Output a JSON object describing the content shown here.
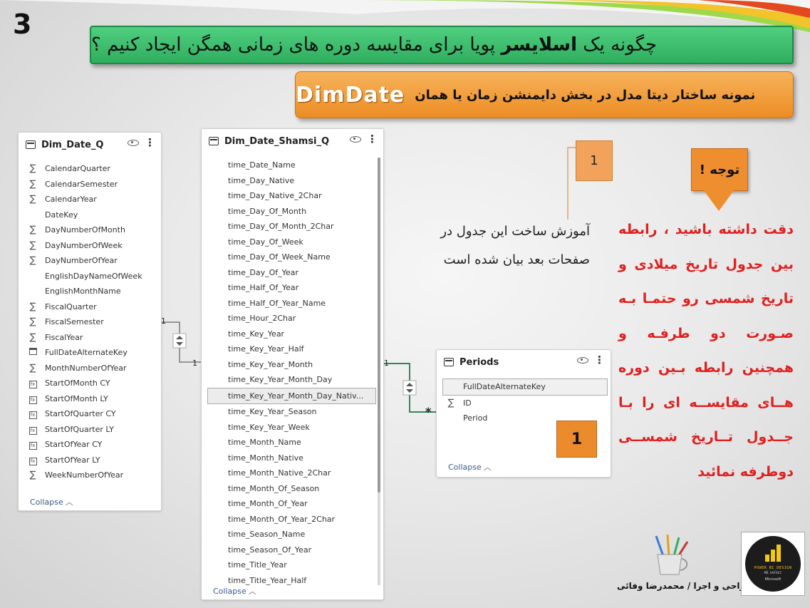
{
  "slide_number": "3",
  "title": {
    "part1": "چگونه یک ",
    "bold": "اسلایسر",
    "part2": " پویا برای مقایسه دوره های زمانی همگن ایجاد کنیم ؟"
  },
  "subtitle": {
    "persian": "نمونه ساختار دیتا مدل در بخش دایمنشن زمان یا همان",
    "english": "DimDate"
  },
  "colors": {
    "title_bg": "#3cbf6e",
    "subtitle_bg": "#f0992f",
    "red_text": "#e02020",
    "callout": "#ef8e2f"
  },
  "tables": {
    "dim_date_q": {
      "name": "Dim_Date_Q",
      "collapse": "Collapse",
      "fields": [
        {
          "icon": "sigma",
          "label": "CalendarQuarter"
        },
        {
          "icon": "sigma",
          "label": "CalendarSemester"
        },
        {
          "icon": "sigma",
          "label": "CalendarYear"
        },
        {
          "icon": "none",
          "label": "DateKey"
        },
        {
          "icon": "sigma",
          "label": "DayNumberOfMonth"
        },
        {
          "icon": "sigma",
          "label": "DayNumberOfWeek"
        },
        {
          "icon": "sigma",
          "label": "DayNumberOfYear"
        },
        {
          "icon": "none",
          "label": "EnglishDayNameOfWeek"
        },
        {
          "icon": "none",
          "label": "EnglishMonthName"
        },
        {
          "icon": "sigma",
          "label": "FiscalQuarter"
        },
        {
          "icon": "sigma",
          "label": "FiscalSemester"
        },
        {
          "icon": "sigma",
          "label": "FiscalYear"
        },
        {
          "icon": "calendar",
          "label": "FullDateAlternateKey"
        },
        {
          "icon": "sigma",
          "label": "MonthNumberOfYear"
        },
        {
          "icon": "measure",
          "label": "StartOfMonth CY"
        },
        {
          "icon": "measure",
          "label": "StartOfMonth LY"
        },
        {
          "icon": "measure",
          "label": "StartOfQuarter CY"
        },
        {
          "icon": "measure",
          "label": "StartOfQuarter LY"
        },
        {
          "icon": "measure",
          "label": "StartOfYear CY"
        },
        {
          "icon": "measure",
          "label": "StartOfYear LY"
        },
        {
          "icon": "sigma",
          "label": "WeekNumberOfYear"
        }
      ]
    },
    "dim_date_shamsi_q": {
      "name": "Dim_Date_Shamsi_Q",
      "collapse": "Collapse",
      "selected_index": 15,
      "fields": [
        "time_Date_Name",
        "time_Day_Native",
        "time_Day_Native_2Char",
        "time_Day_Of_Month",
        "time_Day_Of_Month_2Char",
        "time_Day_Of_Week",
        "time_Day_Of_Week_Name",
        "time_Day_Of_Year",
        "time_Half_Of_Year",
        "time_Half_Of_Year_Name",
        "time_Hour_2Char",
        "time_Key_Year",
        "time_Key_Year_Half",
        "time_Key_Year_Month",
        "time_Key_Year_Month_Day",
        "time_Key_Year_Month_Day_Nativ...",
        "time_Key_Year_Season",
        "time_Key_Year_Week",
        "time_Month_Name",
        "time_Month_Native",
        "time_Month_Native_2Char",
        "time_Month_Of_Season",
        "time_Month_Of_Year",
        "time_Month_Of_Year_2Char",
        "time_Season_Name",
        "time_Season_Of_Year",
        "time_Title_Year",
        "time_Title_Year_Half"
      ]
    },
    "periods": {
      "name": "Periods",
      "collapse": "Collapse",
      "fields": [
        {
          "icon": "none",
          "label": "FullDateAlternateKey",
          "selected": true
        },
        {
          "icon": "sigma",
          "label": "ID"
        },
        {
          "icon": "none",
          "label": "Period"
        }
      ]
    }
  },
  "relationships": {
    "left_one_a": "1",
    "left_one_b": "1",
    "right_one": "1",
    "right_many": "*"
  },
  "callouts": {
    "box1": "1",
    "box2": "1",
    "gray_note": "آموزش ساخت این جدول در صفحات بعد بیان شده است",
    "attention": "توجه !",
    "red_note": "دقت داشته باشید ، رابطه بین جدول تاریخ میلادی و تاریخ شمسی رو حتمـا بـه صـورت دو طرفـه و همچنین رابطه بـین دوره هــای مقایســه ای را بـا جــدول تــاریخ شمســی دوطرفه نمائید"
  },
  "credit": "طراحی و اجرا / محمدرضا وفائی",
  "logo": {
    "line1": "POWER_BI_DESIGN",
    "line2": "MR.VAFAEI",
    "line3": "Microsoft"
  }
}
